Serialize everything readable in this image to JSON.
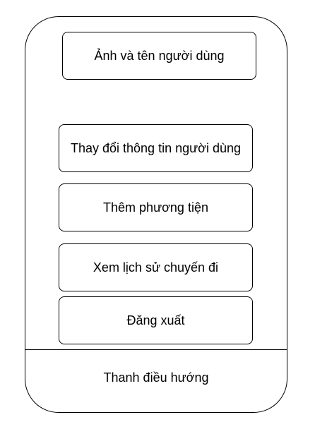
{
  "profile": {
    "label": "Ảnh và tên người dùng"
  },
  "menu": {
    "items": [
      {
        "label": "Thay đổi thông tin người dùng"
      },
      {
        "label": "Thêm phương tiện"
      },
      {
        "label": "Xem lịch sử chuyến đi"
      },
      {
        "label": "Đăng xuất"
      }
    ]
  },
  "navigation": {
    "label": "Thanh điều hướng"
  }
}
